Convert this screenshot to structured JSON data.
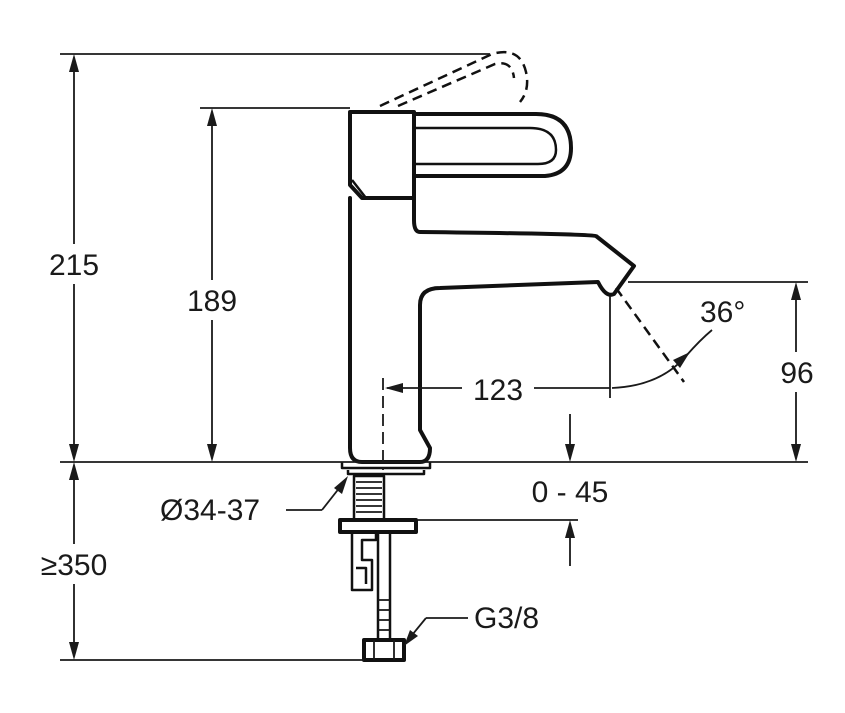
{
  "dimensions": {
    "total_height": "215",
    "body_height": "189",
    "spout_reach": "123",
    "spout_height": "96",
    "spout_angle": "36°",
    "hole_diameter": "Ø34-37",
    "deck_thickness": "0 - 45",
    "hose_length": "≥350",
    "connection_thread": "G3/8"
  },
  "colors": {
    "line": "#111111",
    "background": "#ffffff"
  }
}
